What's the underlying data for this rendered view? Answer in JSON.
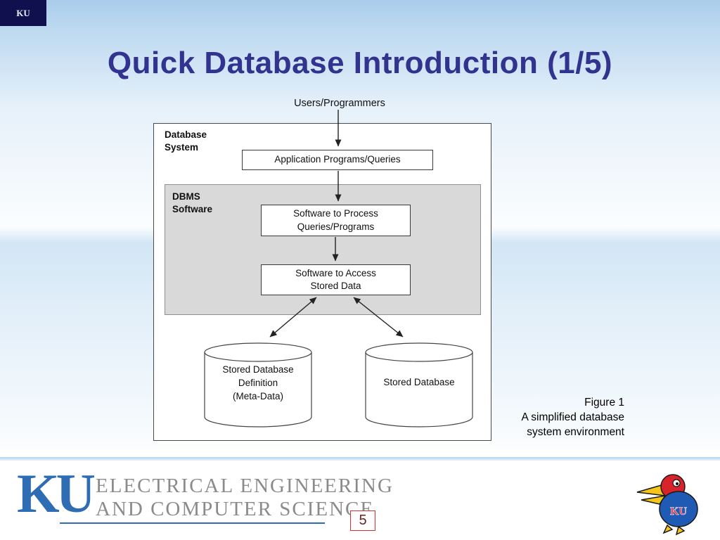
{
  "corner_mark": {
    "text": "KU"
  },
  "title": "Quick Database Introduction (1/5)",
  "diagram": {
    "users_label": "Users/Programmers",
    "system_label_line1": "Database",
    "system_label_line2": "System",
    "app_box": "Application Programs/Queries",
    "dbms_label_line1": "DBMS",
    "dbms_label_line2": "Software",
    "process_box_line1": "Software to Process",
    "process_box_line2": "Queries/Programs",
    "access_box_line1": "Software to Access",
    "access_box_line2": "Stored Data",
    "left_cylinder_line1": "Stored Database",
    "left_cylinder_line2": "Definition",
    "left_cylinder_line3": "(Meta-Data)",
    "right_cylinder": "Stored Database"
  },
  "caption": {
    "line1": "Figure 1",
    "line2": "A simplified database",
    "line3": "system environment"
  },
  "footer": {
    "ku_wordmark": "KU",
    "dept_line1": "ELECTRICAL ENGINEERING",
    "dept_line2": "AND COMPUTER SCIENCE",
    "page_number": "5",
    "jayhawk_text": "KU"
  },
  "colors": {
    "title_blue": "#32328f",
    "ku_blue": "#2e6db4",
    "panel_gray": "#d9d9d9",
    "page_box_red": "#cf3333",
    "jayhawk_red": "#d8232a",
    "jayhawk_yellow": "#f5c518",
    "jayhawk_blue": "#1f5bb5"
  }
}
